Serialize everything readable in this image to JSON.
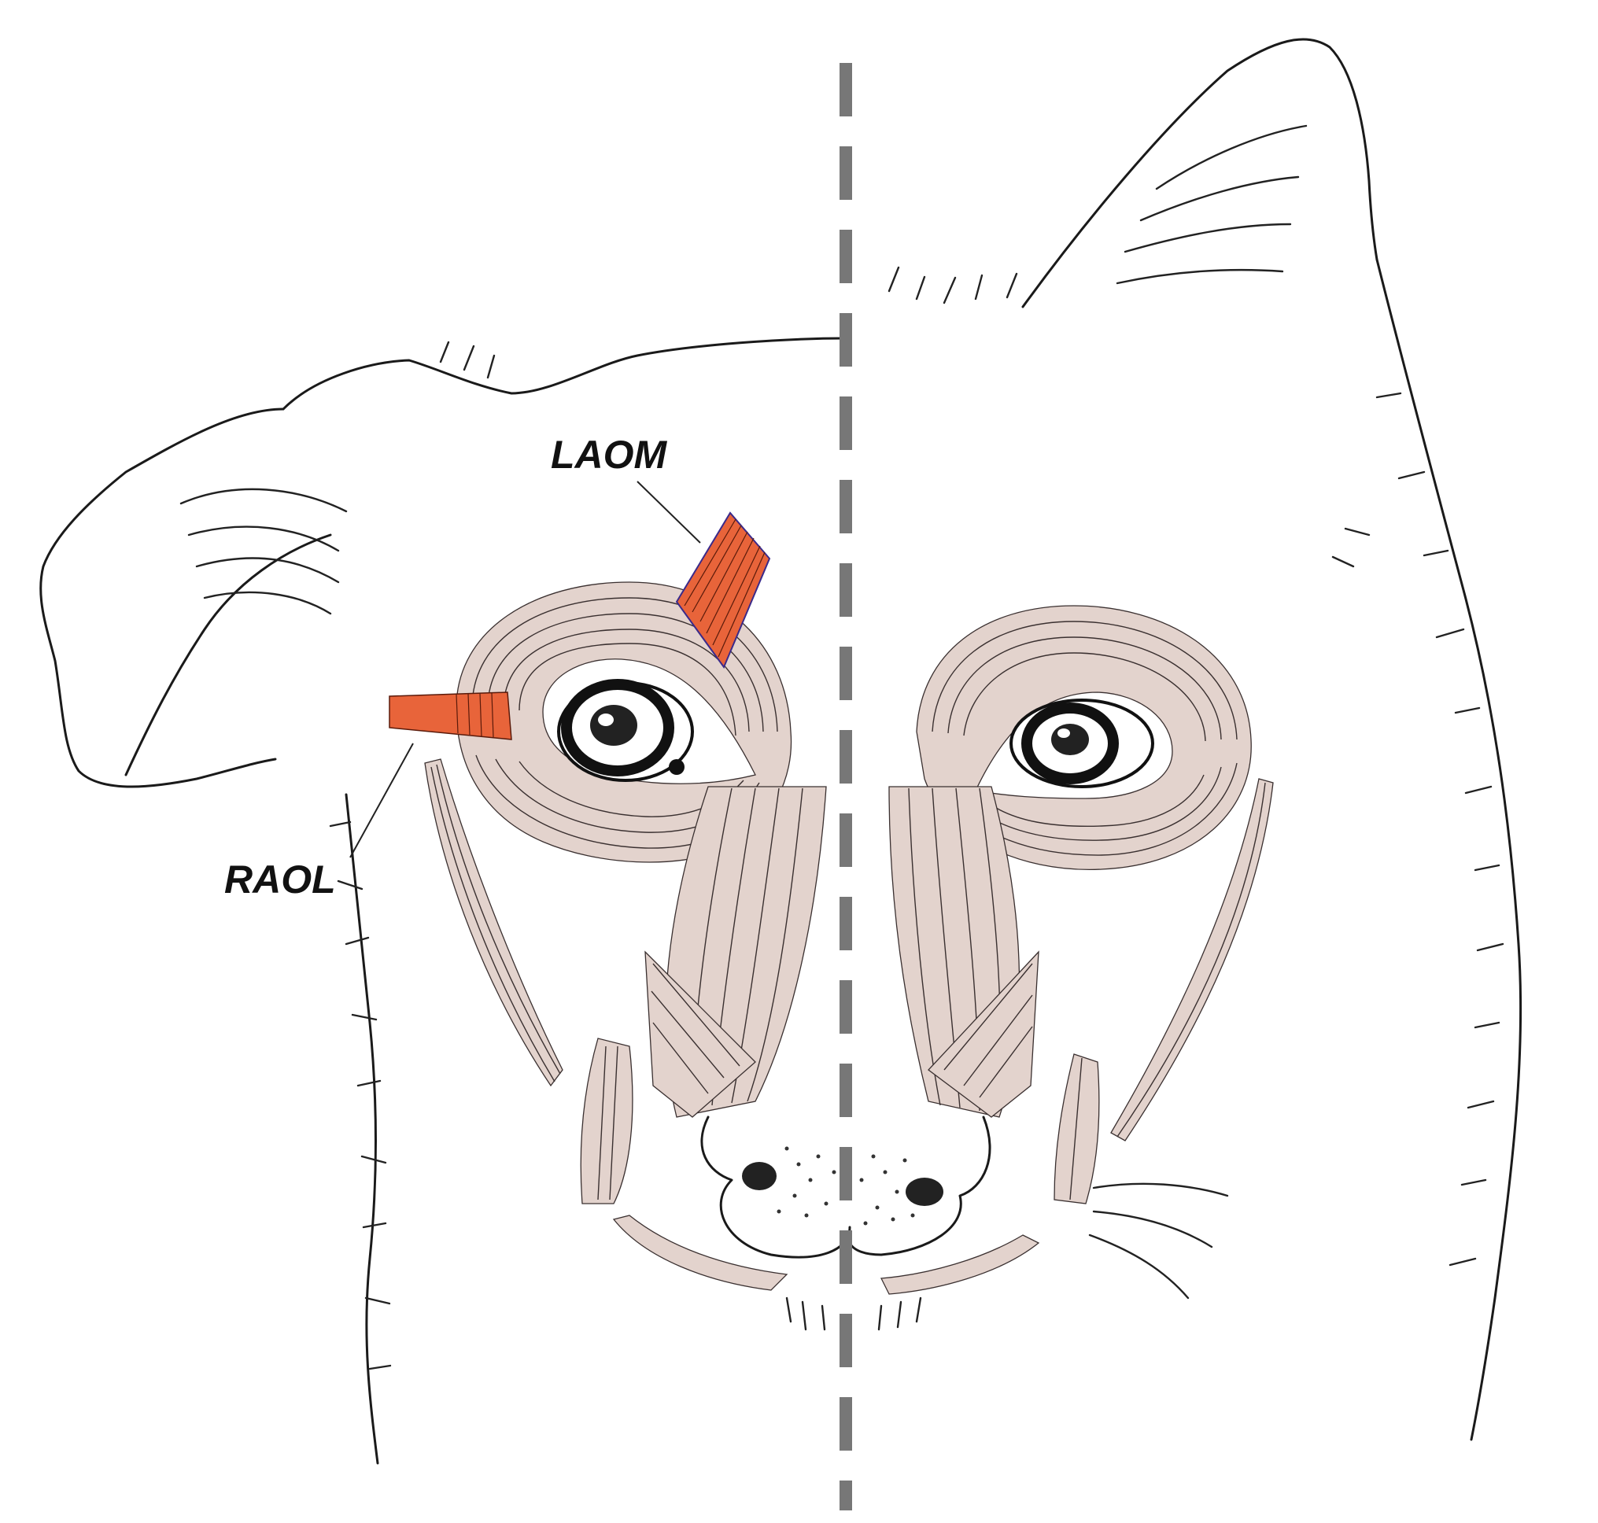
{
  "labels": {
    "laom": "LAOM",
    "raol": "RAOL"
  },
  "colors": {
    "muscle_fill": "#e3d3cd",
    "highlight_muscle": "#e8643a",
    "midline": "#777777",
    "ink": "#1a1a1a"
  },
  "icons": {
    "left_half": "dog-face-left-half-muscle-drawing",
    "right_half": "wolf-face-right-half-muscle-drawing"
  }
}
